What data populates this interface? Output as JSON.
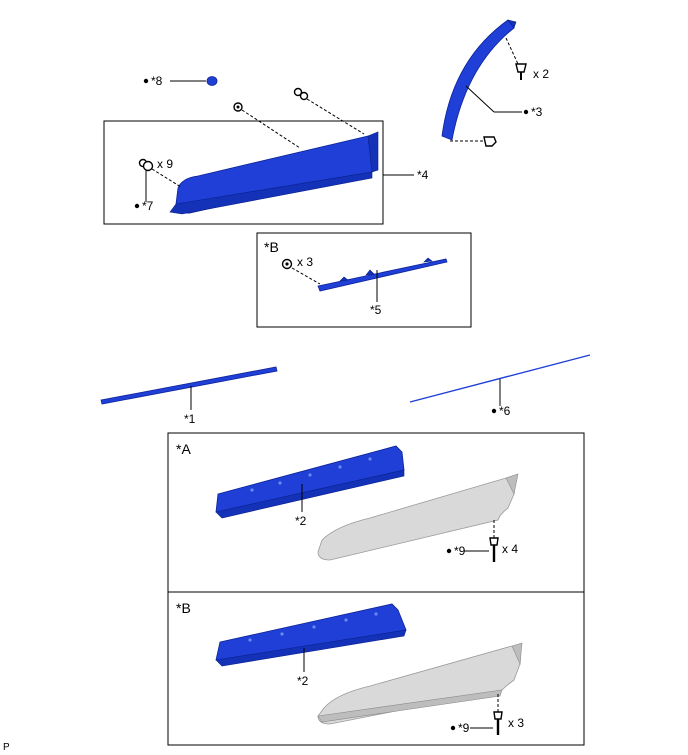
{
  "labels": {
    "p1": "*1",
    "p2a": "*2",
    "p2b": "*2",
    "p3": "*3",
    "p4": "*4",
    "p5": "*5",
    "p6": "*6",
    "p7": "*7",
    "p8": "*8",
    "p9a": "*9",
    "p9b": "*9",
    "inset_b_top": "*B",
    "panel_a": "*A",
    "panel_b": "*B",
    "footer_code": "P"
  },
  "quantities": {
    "q3": "x 2",
    "q4": "x 9",
    "q5": "x 3",
    "q9a": "x 4",
    "q9b": "x 3"
  },
  "colors": {
    "part_blue": "#1f3fd6",
    "part_grey": "#d9d9d9",
    "line": "#000000"
  }
}
